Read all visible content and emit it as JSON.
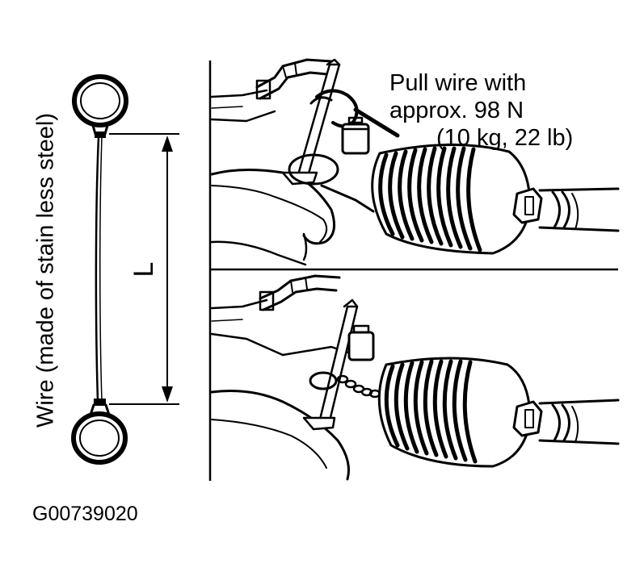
{
  "wire_label": "Wire (made of stain less steel)",
  "dimension_label": "L",
  "callout": {
    "line1": "Pull wire with",
    "line2": "approx. 98 N",
    "line3": "(10 kg, 22 lb)"
  },
  "figure_code": "G00739020",
  "colors": {
    "ink": "#000000",
    "paper": "#ffffff"
  }
}
